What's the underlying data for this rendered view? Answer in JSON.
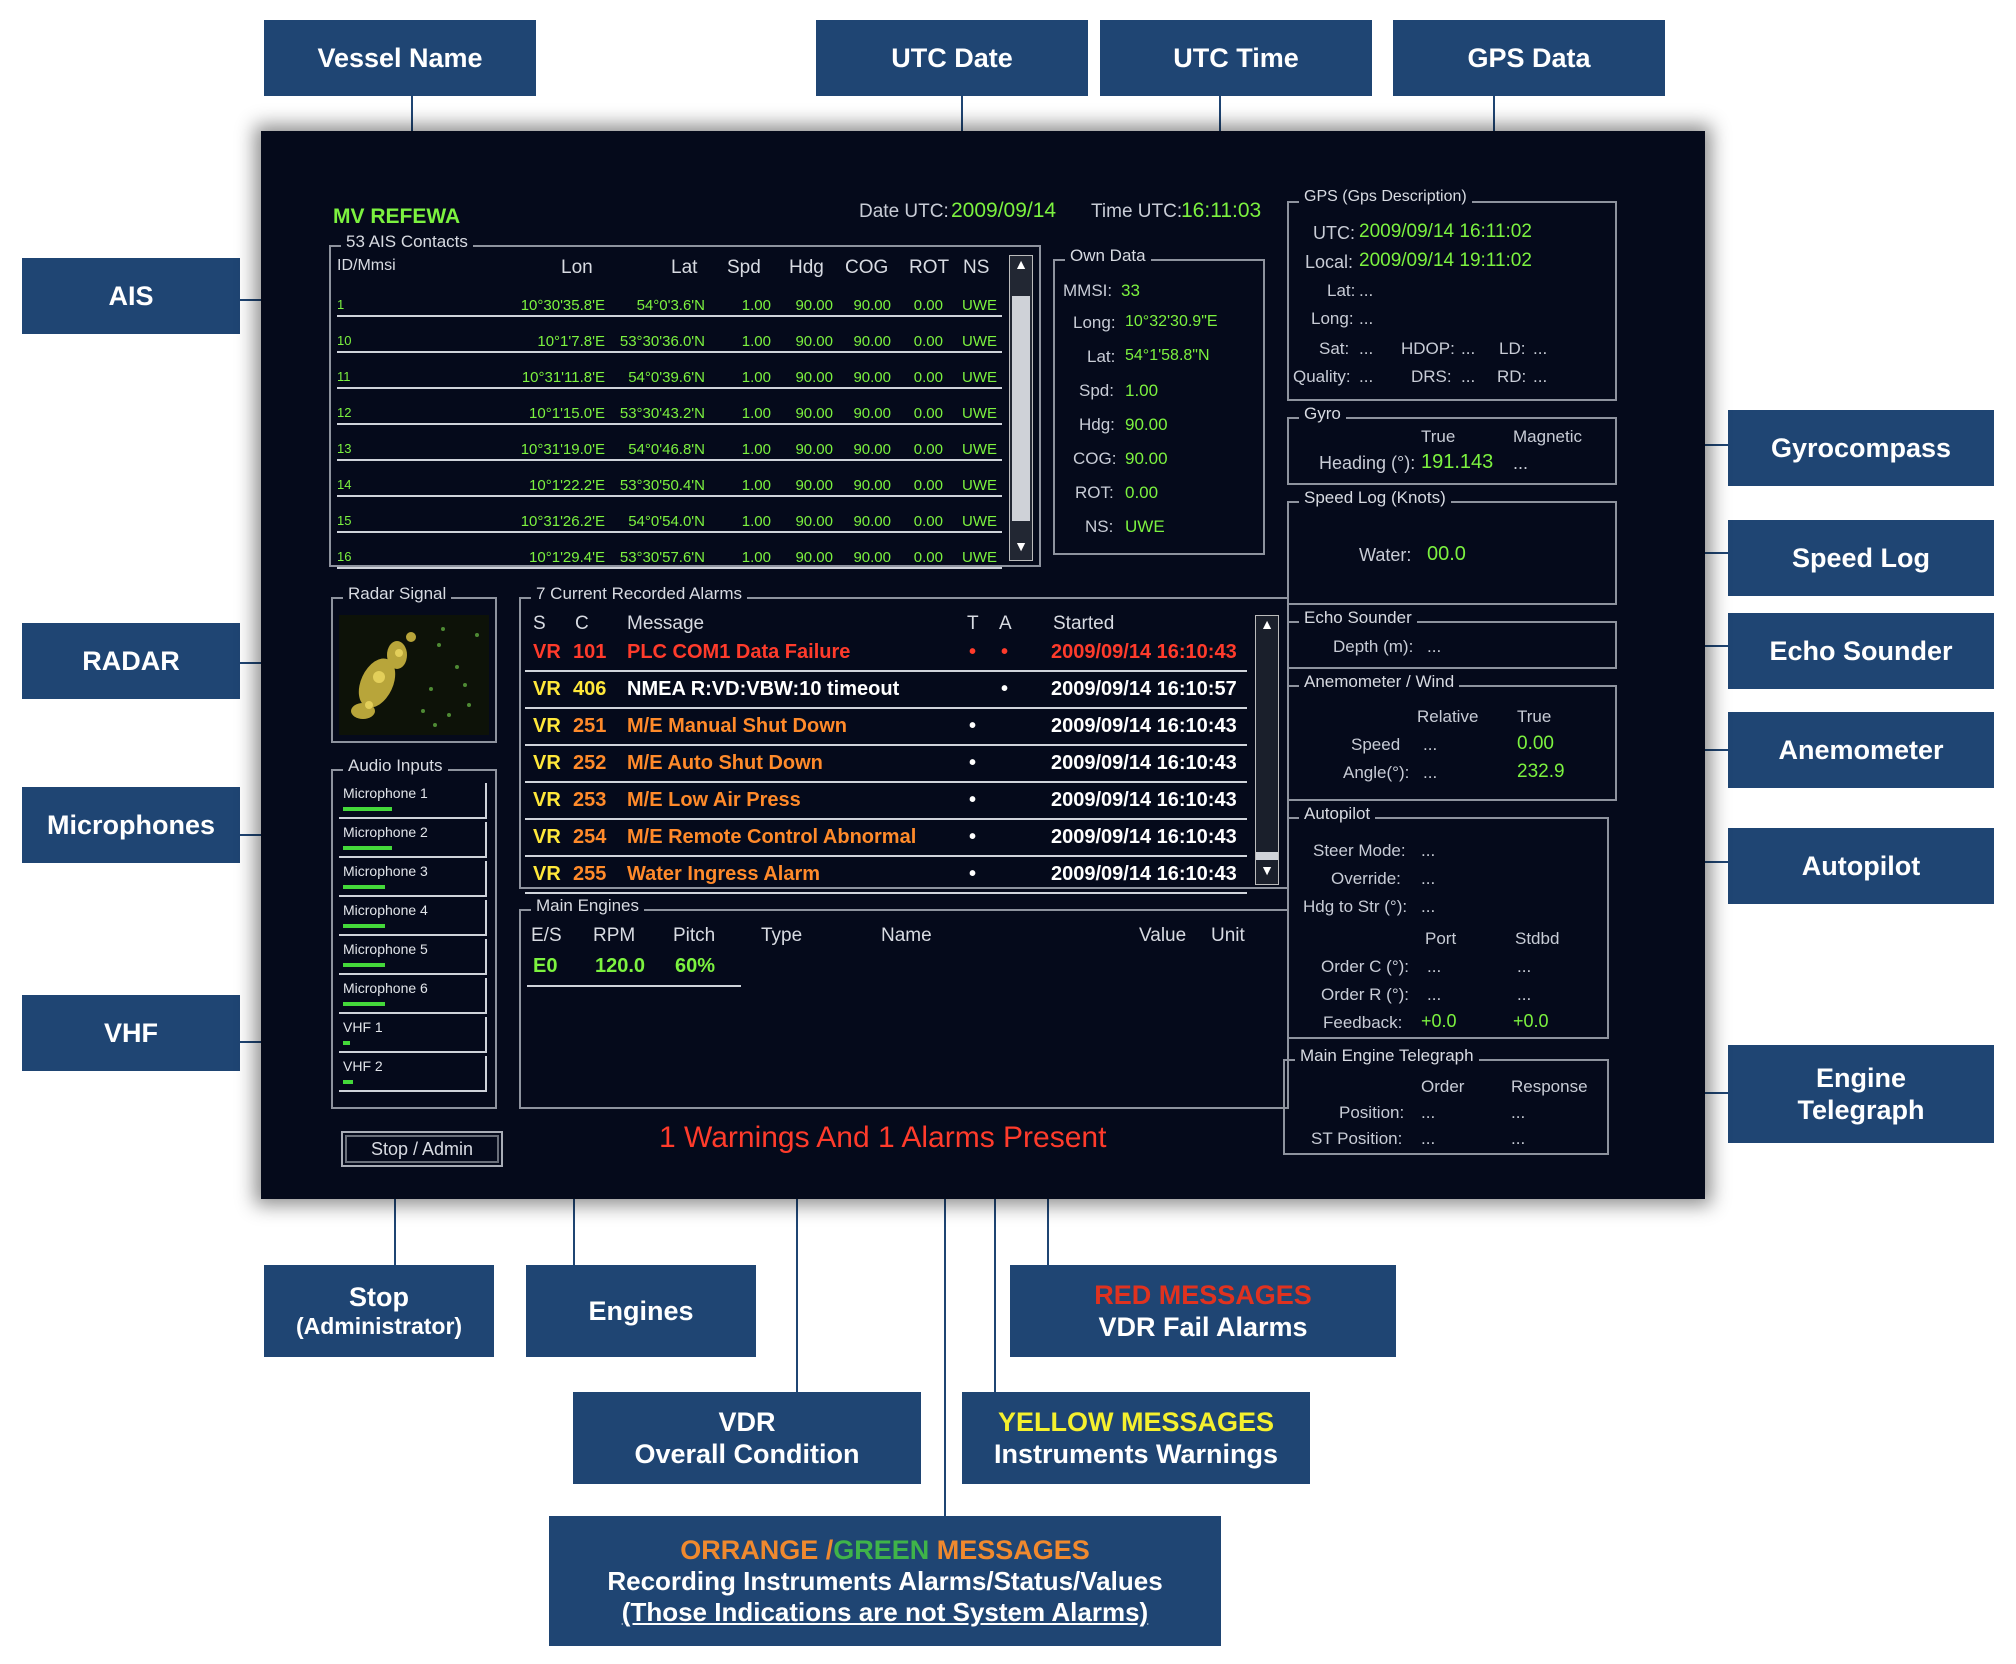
{
  "callouts": {
    "vessel_name": "Vessel Name",
    "utc_date": "UTC Date",
    "utc_time": "UTC Time",
    "gps_data": "GPS Data",
    "ais": "AIS",
    "radar": "RADAR",
    "microphones": "Microphones",
    "vhf": "VHF",
    "gyrocompass": "Gyrocompass",
    "speed_log": "Speed Log",
    "echo_sounder": "Echo Sounder",
    "anemometer": "Anemometer",
    "autopilot": "Autopilot",
    "engine_telegraph_1": "Engine",
    "engine_telegraph_2": "Telegraph",
    "stop_1": "Stop",
    "stop_2": "(Administrator)",
    "engines": "Engines",
    "red_title": "RED MESSAGES",
    "red_sub": "VDR Fail Alarms",
    "vdr_1": "VDR",
    "vdr_2": "Overall Condition",
    "yellow_title": "YELLOW MESSAGES",
    "yellow_sub": "Instruments Warnings",
    "orange_title_a": "ORRANGE /",
    "orange_title_b": "GREEN",
    "orange_title_c": " MESSAGES",
    "orange_sub1": "Recording Instruments Alarms/Status/Values",
    "orange_sub2": "(Those Indications are not System Alarms)"
  },
  "colors": {
    "callout_bg": "#1f4573",
    "screen_bg": "#050a1b",
    "green": "#7cf23f",
    "yellow": "#ffe83a",
    "red": "#ff3b2b",
    "orange": "#ff8a2a"
  },
  "screen": {
    "vessel": "MV REFEWA",
    "date_label": "Date UTC:",
    "date_value": "2009/09/14",
    "time_label": "Time UTC:",
    "time_value": "16:11:03",
    "ais": {
      "legend": "53 AIS Contacts",
      "headers": [
        "ID/Mmsi",
        "Lon",
        "Lat",
        "Spd",
        "Hdg",
        "COG",
        "ROT",
        "NS"
      ],
      "rows": [
        [
          "1",
          "10°30'35.8'E",
          "54°0'3.6'N",
          "1.00",
          "90.00",
          "90.00",
          "0.00",
          "UWE"
        ],
        [
          "10",
          "10°1'7.8'E",
          "53°30'36.0'N",
          "1.00",
          "90.00",
          "90.00",
          "0.00",
          "UWE"
        ],
        [
          "11",
          "10°31'11.8'E",
          "54°0'39.6'N",
          "1.00",
          "90.00",
          "90.00",
          "0.00",
          "UWE"
        ],
        [
          "12",
          "10°1'15.0'E",
          "53°30'43.2'N",
          "1.00",
          "90.00",
          "90.00",
          "0.00",
          "UWE"
        ],
        [
          "13",
          "10°31'19.0'E",
          "54°0'46.8'N",
          "1.00",
          "90.00",
          "90.00",
          "0.00",
          "UWE"
        ],
        [
          "14",
          "10°1'22.2'E",
          "53°30'50.4'N",
          "1.00",
          "90.00",
          "90.00",
          "0.00",
          "UWE"
        ],
        [
          "15",
          "10°31'26.2'E",
          "54°0'54.0'N",
          "1.00",
          "90.00",
          "90.00",
          "0.00",
          "UWE"
        ],
        [
          "16",
          "10°1'29.4'E",
          "53°30'57.6'N",
          "1.00",
          "90.00",
          "90.00",
          "0.00",
          "UWE"
        ]
      ]
    },
    "own_data": {
      "legend": "Own Data",
      "mmsi_label": "MMSI:",
      "mmsi": "33",
      "long_label": "Long:",
      "long": "10°32'30.9\"E",
      "lat_label": "Lat:",
      "lat": "54°1'58.8\"N",
      "spd_label": "Spd:",
      "spd": "1.00",
      "hdg_label": "Hdg:",
      "hdg": "90.00",
      "cog_label": "COG:",
      "cog": "90.00",
      "rot_label": "ROT:",
      "rot": "0.00",
      "ns_label": "NS:",
      "ns": "UWE"
    },
    "gps": {
      "legend": "GPS (Gps Description)",
      "utc_label": "UTC:",
      "utc": "2009/09/14 16:11:02",
      "local_label": "Local:",
      "local": "2009/09/14 19:11:02",
      "lat_label": "Lat:",
      "lat": "...",
      "long_label": "Long:",
      "long": "...",
      "sat_label": "Sat:",
      "sat": "...",
      "hdop_label": "HDOP:",
      "hdop": "...",
      "ld_label": "LD:",
      "ld": "...",
      "quality_label": "Quality:",
      "quality": "...",
      "drs_label": "DRS:",
      "drs": "...",
      "rd_label": "RD:",
      "rd": "..."
    },
    "gyro": {
      "legend": "Gyro",
      "true_label": "True",
      "magnetic_label": "Magnetic",
      "heading_label": "Heading (°):",
      "heading_true": "191.143",
      "heading_magnetic": "..."
    },
    "speed_log": {
      "legend": "Speed Log (Knots)",
      "water_label": "Water:",
      "water": "00.0"
    },
    "echo": {
      "legend": "Echo Sounder",
      "depth_label": "Depth (m):",
      "depth": "..."
    },
    "wind": {
      "legend": "Anemometer / Wind",
      "relative_label": "Relative",
      "true_label": "True",
      "speed_label": "Speed",
      "speed_rel": "...",
      "speed_true": "0.00",
      "angle_label": "Angle(°):",
      "angle_rel": "...",
      "angle_true": "232.9"
    },
    "autopilot": {
      "legend": "Autopilot",
      "steer_label": "Steer Mode:",
      "steer": "...",
      "override_label": "Override:",
      "override": "...",
      "hdg_label": "Hdg to Str (°):",
      "hdg": "...",
      "port_label": "Port",
      "stbd_label": "Stdbd",
      "orderc_label": "Order C (°):",
      "orderc_port": "...",
      "orderc_stbd": "...",
      "orderr_label": "Order R (°):",
      "orderr_port": "...",
      "orderr_stbd": "...",
      "feedback_label": "Feedback:",
      "feedback_port": "+0.0",
      "feedback_stbd": "+0.0"
    },
    "telegraph": {
      "legend": "Main Engine Telegraph",
      "order_label": "Order",
      "response_label": "Response",
      "position_label": "Position:",
      "position_order": "...",
      "position_response": "...",
      "st_label": "ST Position:",
      "st_order": "...",
      "st_response": "..."
    },
    "radar": {
      "legend": "Radar Signal"
    },
    "audio": {
      "legend": "Audio Inputs",
      "inputs": [
        {
          "label": "Microphone 1",
          "level": 0.35
        },
        {
          "label": "Microphone 2",
          "level": 0.35
        },
        {
          "label": "Microphone 3",
          "level": 0.3
        },
        {
          "label": "Microphone 4",
          "level": 0.3
        },
        {
          "label": "Microphone 5",
          "level": 0.3
        },
        {
          "label": "Microphone 6",
          "level": 0.3
        },
        {
          "label": "VHF 1",
          "level": 0.05
        },
        {
          "label": "VHF 2",
          "level": 0.07
        }
      ]
    },
    "alarms": {
      "legend": "7 Current Recorded Alarms",
      "headers": [
        "S",
        "C",
        "Message",
        "T",
        "A",
        "Started"
      ],
      "rows": [
        {
          "s": "VR",
          "c": "101",
          "msg": "PLC COM1 Data Failure",
          "t": "•",
          "a": "•",
          "started": "2009/09/14 16:10:43",
          "color": "red"
        },
        {
          "s": "VR",
          "c": "406",
          "msg": "NMEA R:VD:VBW:10 timeout",
          "t": "",
          "a": "•",
          "started": "2009/09/14 16:10:57",
          "color": "yellow"
        },
        {
          "s": "VR",
          "c": "251",
          "msg": "M/E Manual Shut Down",
          "t": "•",
          "a": "",
          "started": "2009/09/14 16:10:43",
          "color": "orange"
        },
        {
          "s": "VR",
          "c": "252",
          "msg": "M/E Auto Shut Down",
          "t": "•",
          "a": "",
          "started": "2009/09/14 16:10:43",
          "color": "orange"
        },
        {
          "s": "VR",
          "c": "253",
          "msg": "M/E Low Air Press",
          "t": "•",
          "a": "",
          "started": "2009/09/14 16:10:43",
          "color": "orange"
        },
        {
          "s": "VR",
          "c": "254",
          "msg": "M/E Remote Control Abnormal",
          "t": "•",
          "a": "",
          "started": "2009/09/14 16:10:43",
          "color": "orange"
        },
        {
          "s": "VR",
          "c": "255",
          "msg": "Water Ingress Alarm",
          "t": "•",
          "a": "",
          "started": "2009/09/14 16:10:43",
          "color": "orange"
        }
      ]
    },
    "engines": {
      "legend": "Main Engines",
      "headers": [
        "E/S",
        "RPM",
        "Pitch",
        "Type",
        "Name",
        "Value",
        "Unit"
      ],
      "es": "E0",
      "rpm": "120.0",
      "pitch": "60%"
    },
    "stop_button": "Stop / Admin",
    "status": "1 Warnings And 1 Alarms Present"
  }
}
